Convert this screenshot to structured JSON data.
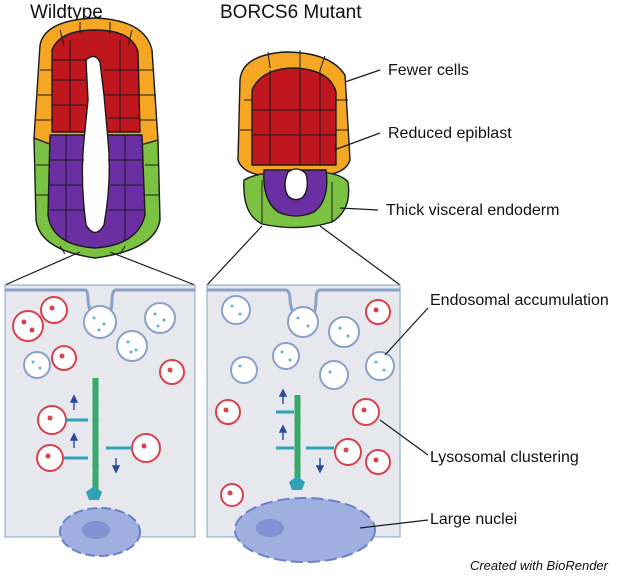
{
  "titles": {
    "wildtype": "Wildtype",
    "mutant": "BORCS6 Mutant"
  },
  "labels": {
    "fewer_cells": "Fewer cells",
    "reduced_epiblast": "Reduced epiblast",
    "thick_visceral_endoderm": "Thick visceral endoderm",
    "endosomal_accumulation": "Endosomal accumulation",
    "lysosomal_clustering": "Lysosomal clustering",
    "large_nuclei": "Large nuclei"
  },
  "credit": "Created with BioRender",
  "colors": {
    "ectoplacental": "#f5a623",
    "epiblast": "#c0161d",
    "visceral_endoderm": "#7cc242",
    "embryonic_epiblast": "#6b2fa3",
    "cytoplasm_panel": "#e6e8ed",
    "membrane": "#8aa0c8",
    "microtubule": "#3aa86b",
    "lysosome": "#d9414d",
    "endosome": "#5fb3d6",
    "nucleus": "#9fb0e0",
    "motor": "#2fa3b5"
  },
  "icons": [
    "up-arrow-icon",
    "down-arrow-icon"
  ]
}
